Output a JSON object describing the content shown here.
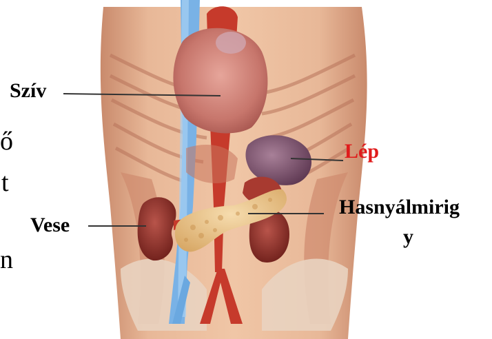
{
  "labels": {
    "sziv": "Szív",
    "lep": "Lép",
    "vese": "Vese",
    "hasnyalmirigy_line1": "Hasnyálmirig",
    "hasnyalmirigy_line2": "y"
  },
  "side_text_fragments": [
    "ő",
    "t",
    "n"
  ],
  "colors": {
    "label": "#000000",
    "highlight_label": "#e01b1b",
    "leader_line": "#333333",
    "vein": "#6aa8e0",
    "artery": "#c83a2a",
    "skin": "#e7b394",
    "muscle": "#d08a70",
    "heart": "#c8746a",
    "kidney": "#8c2c24",
    "spleen": "#7a4a68",
    "pancreas": "#eac48a"
  }
}
